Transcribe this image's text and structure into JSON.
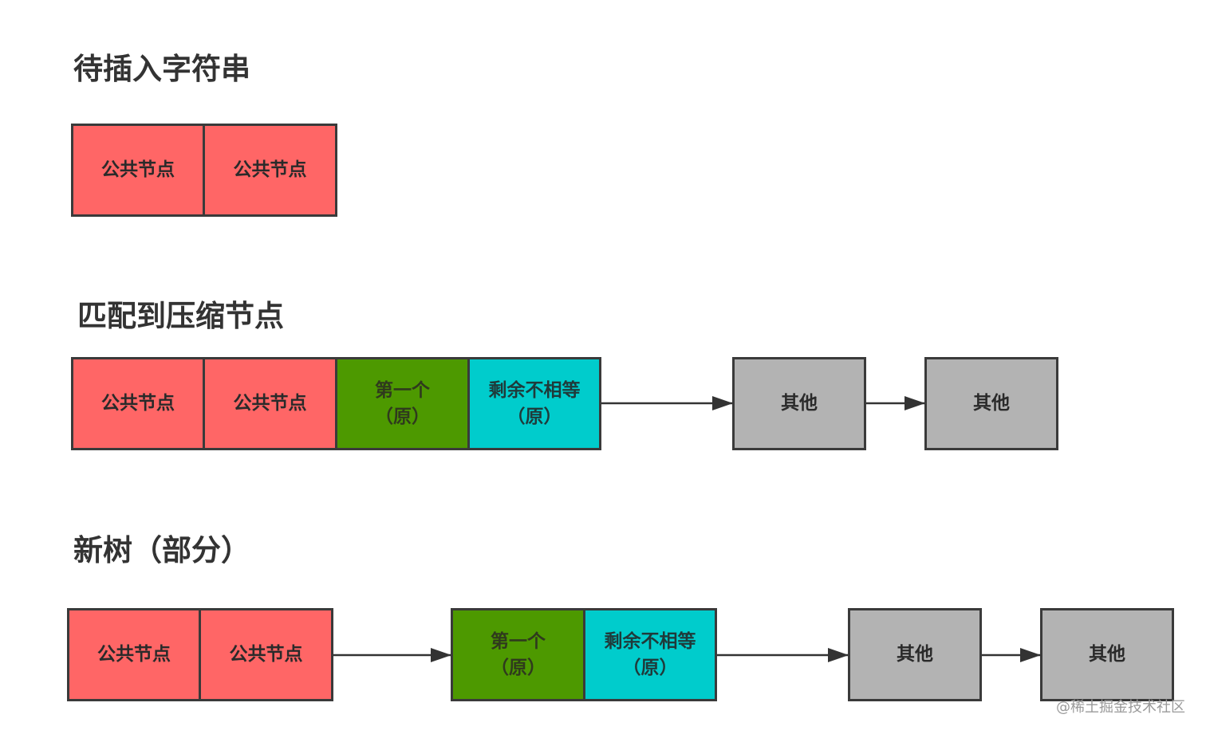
{
  "sections": {
    "insert": {
      "title": "待插入字符串"
    },
    "match": {
      "title": "匹配到压缩节点"
    },
    "newtree": {
      "title": "新树（部分）"
    }
  },
  "labels": {
    "common": "公共节点",
    "first_line1": "第一个",
    "orig": "（原）",
    "rest_line1": "剩余不相等",
    "other": "其他"
  },
  "colors": {
    "common": "#ff6666",
    "first": "#4d9900",
    "rest": "#00cccc",
    "other": "#b3b3b3",
    "border": "#3a3a3a"
  },
  "watermark": "@稀土掘金技术社区"
}
